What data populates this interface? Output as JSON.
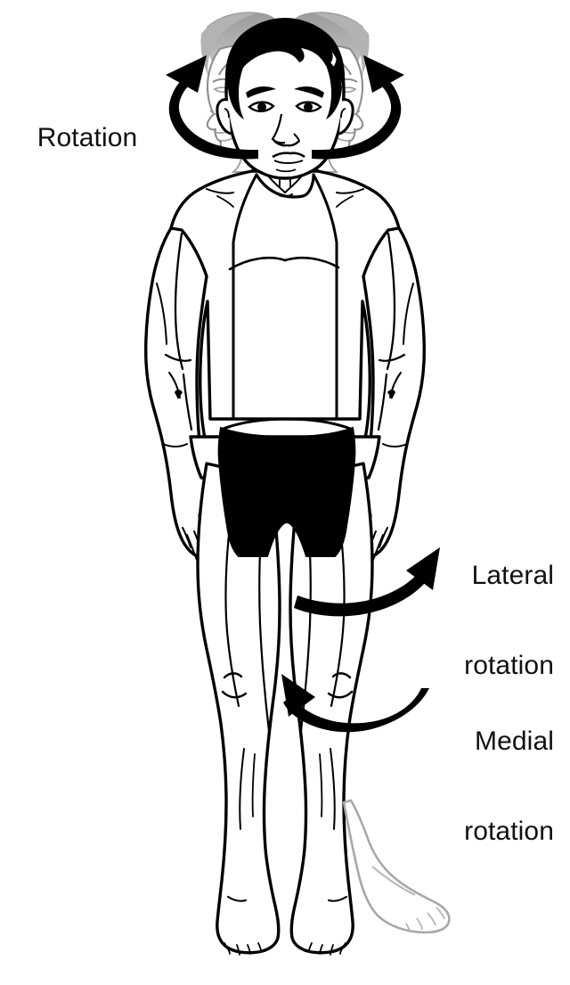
{
  "figure": {
    "title": "Rotation",
    "kind": "anatomical-illustration",
    "subject": "male human figure, anterior view, standing anatomical position",
    "background_color": "#ffffff",
    "line_color": "#000000",
    "ghost_color": "#a8a8a8",
    "garment_color": "#000000"
  },
  "labels": {
    "rotation": "Rotation",
    "lateral_line1": "Lateral",
    "lateral_line2": "rotation",
    "medial_line1": "Medial",
    "medial_line2": "rotation"
  },
  "annotations": {
    "head": {
      "description": "Head rotation shown with two ghosted profile views flanking the frontal head",
      "left_arrow": "curved arrow sweeping leftward and upward",
      "right_arrow": "curved arrow sweeping rightward and upward"
    },
    "thigh": {
      "lateral_arrow": "curved arrow around right thigh pointing up and outward",
      "medial_arrow": "curved arrow around right thigh pointing up and inward",
      "ghost_foot": "ghosted laterally rotated right foot"
    }
  }
}
